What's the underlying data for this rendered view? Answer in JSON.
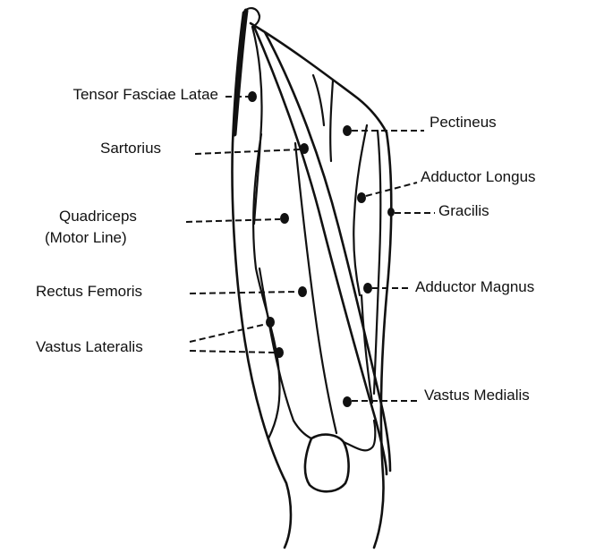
{
  "labels": {
    "tensor_fasciae_latae": "Tensor Fasciae Latae",
    "sartorius": "Sartorius",
    "quadriceps_line1": "Quadriceps",
    "quadriceps_line2": "(Motor Line)",
    "rectus_femoris": "Rectus Femoris",
    "vastus_lateralis": "Vastus Lateralis",
    "pectineus": "Pectineus",
    "adductor_longus": "Adductor Longus",
    "gracilis": "Gracilis",
    "adductor_magnus": "Adductor Magnus",
    "vastus_medialis": "Vastus Medialis"
  },
  "colors": {
    "ink": "#111111",
    "background": "#ffffff"
  }
}
